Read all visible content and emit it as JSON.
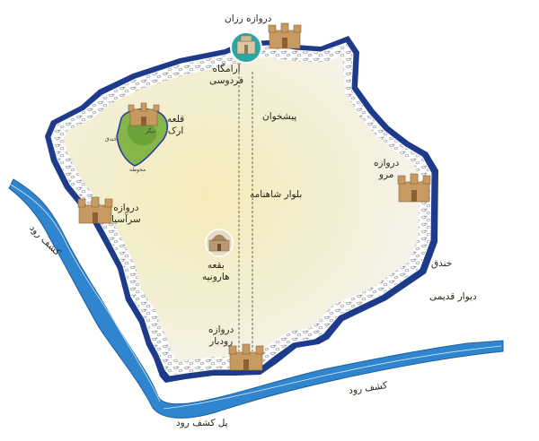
{
  "map": {
    "labels": {
      "gate_razan": "دروازه رزان",
      "tomb_line1": "آرامگاه",
      "tomb_line2": "فردوسی",
      "pishkhan": "پیشخوان",
      "arg_line1": "قلعه",
      "arg_line2": "ارک",
      "arg_moat": "خندق",
      "arg_small_top": "دیگر",
      "arg_bottom": "محوطه",
      "gate_marv_line1": "دروازه",
      "gate_marv_line2": "مرو",
      "shahnameh_blvd": "بلوار شاهنامه",
      "gate_sarasia_line1": "دروازه",
      "gate_sarasia_line2": "سرآسیا",
      "kashaf_river_left": "کشف رود",
      "haruniyeh_line1": "بقعه",
      "haruniyeh_line2": "هارونیه",
      "moat_right": "خندق",
      "old_wall": "دیوار قدیمی",
      "gate_rudbar_line1": "دروازه",
      "gate_rudbar_line2": "رودبار",
      "kashaf_river_bottom": "کشف رود",
      "kashaf_bridge": "پل کشف رود"
    },
    "colors": {
      "outer_wall": "#1e3a8a",
      "inner_wall_fill": "#ffffff",
      "inner_wall_stones": "#8a8f99",
      "city_center": "#f4ecb8",
      "city_edge": "#f3f0e4",
      "river": "#2f86cf",
      "river_edge": "#1f5f9e",
      "gate_tower": "#c79a62",
      "gate_dark": "#8a6136",
      "arg_green": "#86b64a",
      "tomb_teal": "#2aa6a3"
    },
    "icons": {
      "gates": "castle-gate-icon",
      "tomb": "ferdowsi-tomb-icon",
      "shrine": "haruniyeh-shrine-icon",
      "fortress": "arg-fortress-icon"
    }
  }
}
